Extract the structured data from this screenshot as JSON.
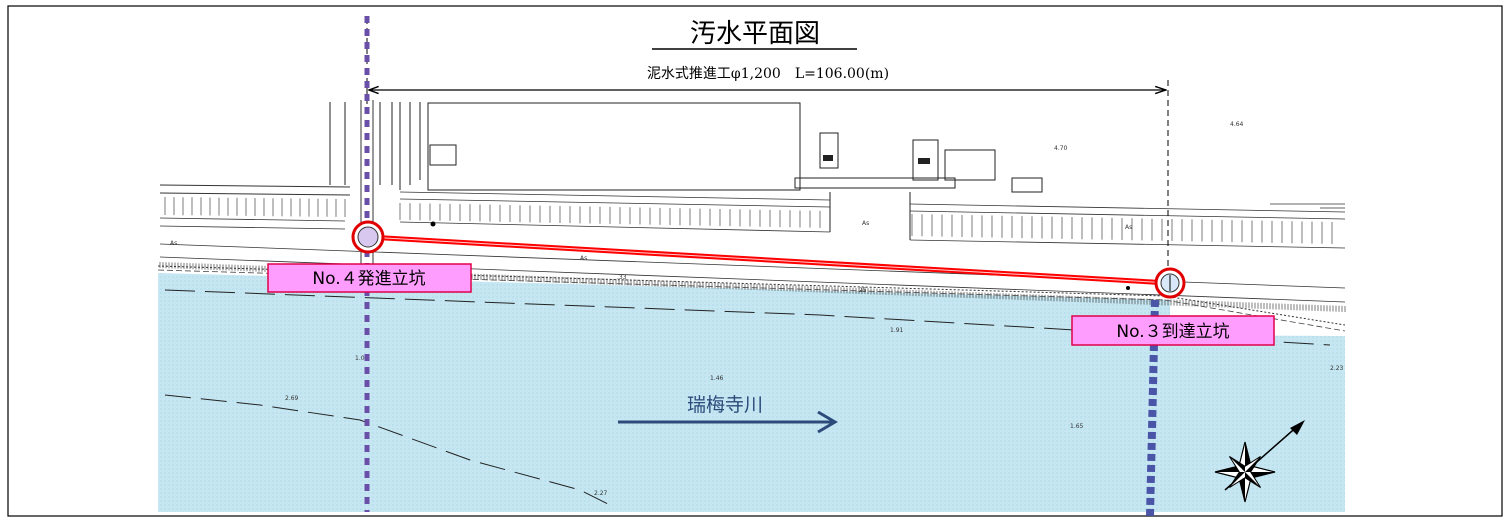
{
  "title": "汚水平面図",
  "dimension_label": "泥水式推進工φ1,200　L=106.00(m)",
  "shafts": {
    "start": {
      "label": "No.４発進立坑"
    },
    "end": {
      "label": "No.３到達立坑"
    }
  },
  "river": {
    "name": "瑞梅寺川"
  },
  "colors": {
    "pipe_route": "#ff0000",
    "label_fill": "#ff9dff",
    "label_border": "#e0004a",
    "river_fill": "#c6e7f2",
    "river_arrow": "#2c4b7a",
    "shaft_line": "#6a4fa8"
  },
  "icons": {
    "north_arrow": "compass-rose-icon"
  }
}
